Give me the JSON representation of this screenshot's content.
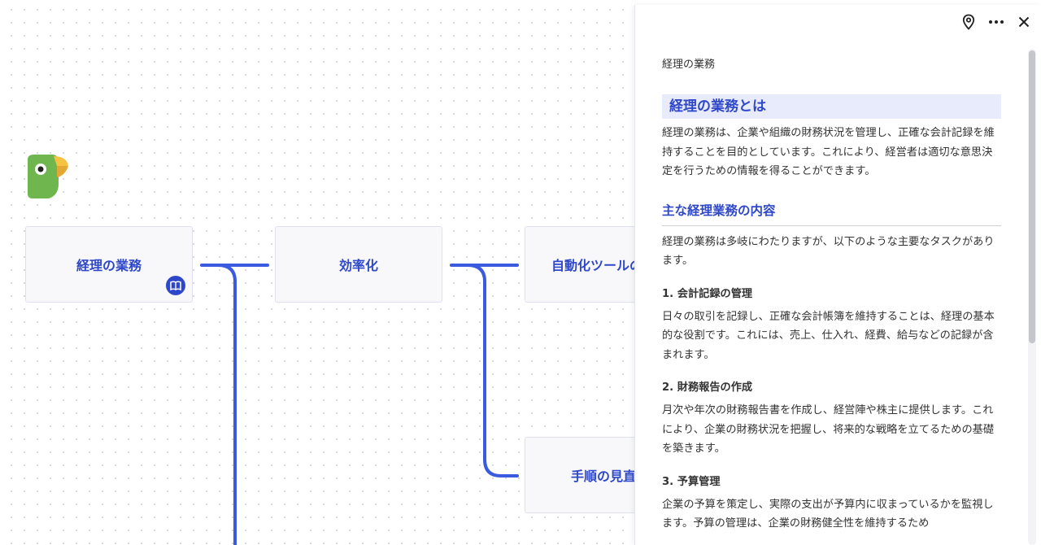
{
  "mindmap": {
    "root": {
      "label": "経理の業務"
    },
    "nodes": [
      {
        "label": "効率化"
      },
      {
        "label": "自動化ツールの"
      },
      {
        "label": "手順の見直"
      }
    ]
  },
  "panel": {
    "breadcrumb": "経理の業務",
    "heading": "経理の業務とは",
    "intro": "経理の業務は、企業や組織の財務状況を管理し、正確な会計記録を維持することを目的としています。これにより、経営者は適切な意思決定を行うための情報を得ることができます。",
    "section_title": "主な経理業務の内容",
    "section_intro": "経理の業務は多岐にわたりますが、以下のような主要なタスクがあります。",
    "items": [
      {
        "title": "1. 会計記録の管理",
        "body": "日々の取引を記録し、正確な会計帳簿を維持することは、経理の基本的な役割です。これには、売上、仕入れ、経費、給与などの記録が含まれます。"
      },
      {
        "title": "2. 財務報告の作成",
        "body": "月次や年次の財務報告書を作成し、経営陣や株主に提供します。これにより、企業の財務状況を把握し、将来的な戦略を立てるための基礎を築きます。"
      },
      {
        "title": "3. 予算管理",
        "body": "企業の予算を策定し、実際の支出が予算内に収まっているかを監視します。予算の管理は、企業の財務健全性を維持するため"
      }
    ]
  },
  "colors": {
    "accent": "#2f48c9",
    "connector": "#3a5be0",
    "heading_bg": "#e8ebfb",
    "node_border": "#dfe0f3"
  },
  "icons": {
    "logo": "parrot-logo",
    "node_badge": "book-icon",
    "pin": "location-pin-icon",
    "more": "more-horizontal-icon",
    "close": "close-icon"
  }
}
